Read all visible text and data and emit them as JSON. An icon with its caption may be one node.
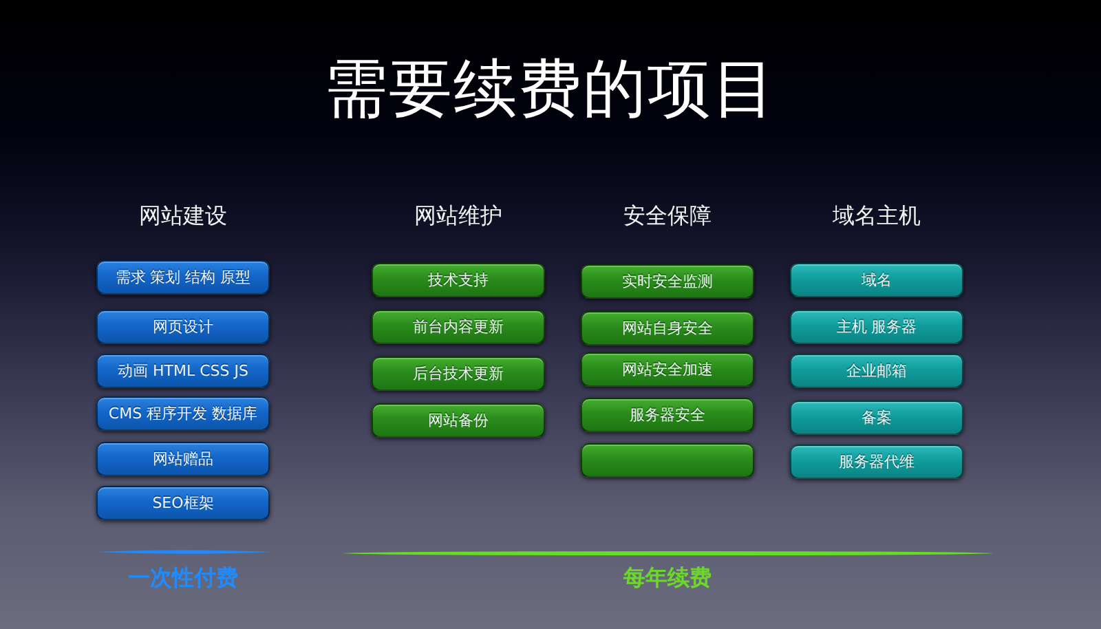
{
  "diagram": {
    "title": "需要续费的项目",
    "nodes": [
      {
        "text": [
          "需求 策划 结构 原型"
        ]
      },
      {
        "text": [
          "网页设计"
        ]
      },
      {
        "text": [
          "动画 HTML CSS JS"
        ]
      },
      {
        "text": [
          "CMS 程序开发 数据库"
        ]
      },
      {
        "text": [
          "网站赠品"
        ]
      },
      {
        "text": [
          "SEO框架"
        ]
      },
      {
        "text": [
          "技术支持"
        ]
      },
      {
        "text": [
          "前台内容更新"
        ]
      },
      {
        "text": [
          "后台技术更新"
        ]
      },
      {
        "text": [
          "网站备份"
        ]
      },
      {
        "text": [
          "实时安全监测"
        ]
      },
      {
        "text": [
          "网站自身安全"
        ]
      },
      {
        "text": [
          "网站安全加速"
        ]
      },
      {
        "text": [
          "服务器安全"
        ]
      },
      {
        "text": [],
        "shape": "box"
      },
      {
        "text": [
          "域名"
        ]
      },
      {
        "text": [
          "主机 服务器"
        ]
      },
      {
        "text": [
          "企业邮箱"
        ]
      },
      {
        "text": [
          "备案"
        ]
      },
      {
        "text": [
          "服务器代维"
        ]
      }
    ],
    "labels": [
      "网站建设",
      "网站维护",
      "安全保障",
      "域名主机",
      "一次性付费",
      "每年续费"
    ]
  }
}
